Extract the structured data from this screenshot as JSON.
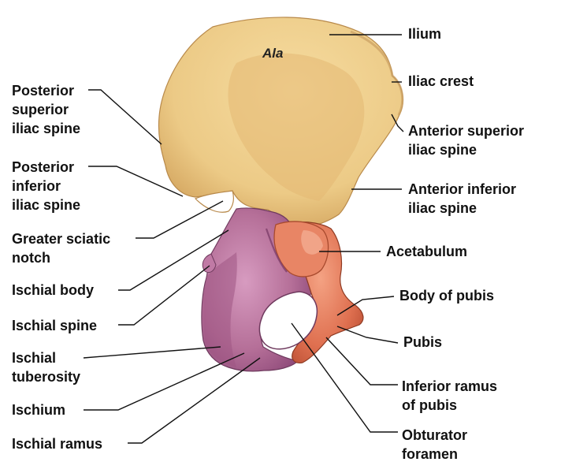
{
  "diagram": {
    "region_label": "Ala",
    "labels_right": {
      "ilium": "Ilium",
      "iliac_crest": "Iliac crest",
      "asis": "Anterior superior\niliac spine",
      "aiis": "Anterior inferior\niliac spine",
      "acetabulum": "Acetabulum",
      "body_of_pubis": "Body of pubis",
      "pubis": "Pubis",
      "inferior_ramus": "Inferior ramus\nof pubis",
      "obturator": "Obturator\nforamen"
    },
    "labels_left": {
      "psis": "Posterior\nsuperior\niliac spine",
      "piis": "Posterior\ninferior\niliac spine",
      "sciatic_notch": "Greater sciatic\nnotch",
      "ischial_body": "Ischial body",
      "ischial_spine": "Ischial spine",
      "ischial_tuberosity": "Ischial\ntuberosity",
      "ischium": "Ischium",
      "ischial_ramus": "Ischial ramus"
    },
    "colors": {
      "ilium": "#ecca86",
      "ilium_shade": "#c89a50",
      "ischium": "#b56f98",
      "ischium_shade": "#7e3f6a",
      "pubis": "#df7050",
      "pubis_shade": "#b54a30",
      "leader": "#111111"
    }
  }
}
